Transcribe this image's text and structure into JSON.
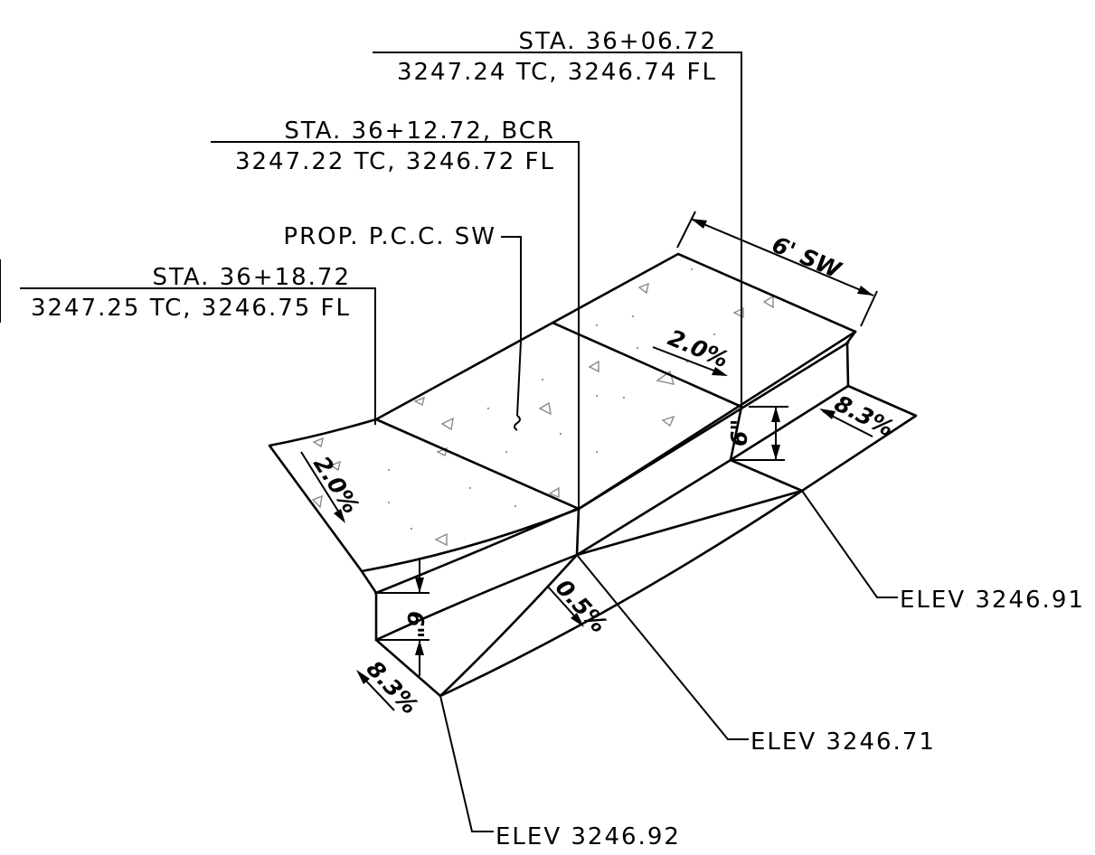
{
  "callouts": {
    "sta_1": {
      "station": "STA. 36+06.72",
      "elevations": "3247.24 TC, 3246.74 FL"
    },
    "sta_2": {
      "station": "STA. 36+12.72, BCR",
      "elevations": "3247.22 TC, 3246.72 FL"
    },
    "sta_3": {
      "station": "STA. 36+18.72",
      "elevations": "3247.25 TC, 3246.75 FL"
    },
    "sidewalk": "PROP. P.C.C. SW"
  },
  "dimensions": {
    "sidewalk_width": "6' SW",
    "slope_top_right": "2.0%",
    "slope_top_left": "2.0%",
    "slope_right": "8.3%",
    "slope_left": "8.3%",
    "slope_gutter": "0.5%",
    "curb_height_right": "6\"",
    "curb_height_left": "6\""
  },
  "elevations": {
    "elev_right": "ELEV 3246.91",
    "elev_middle": "ELEV 3246.71",
    "elev_bottom": "ELEV 3246.92"
  },
  "colors": {
    "ink": "#000000",
    "aggregate": "#8a8a8a"
  }
}
